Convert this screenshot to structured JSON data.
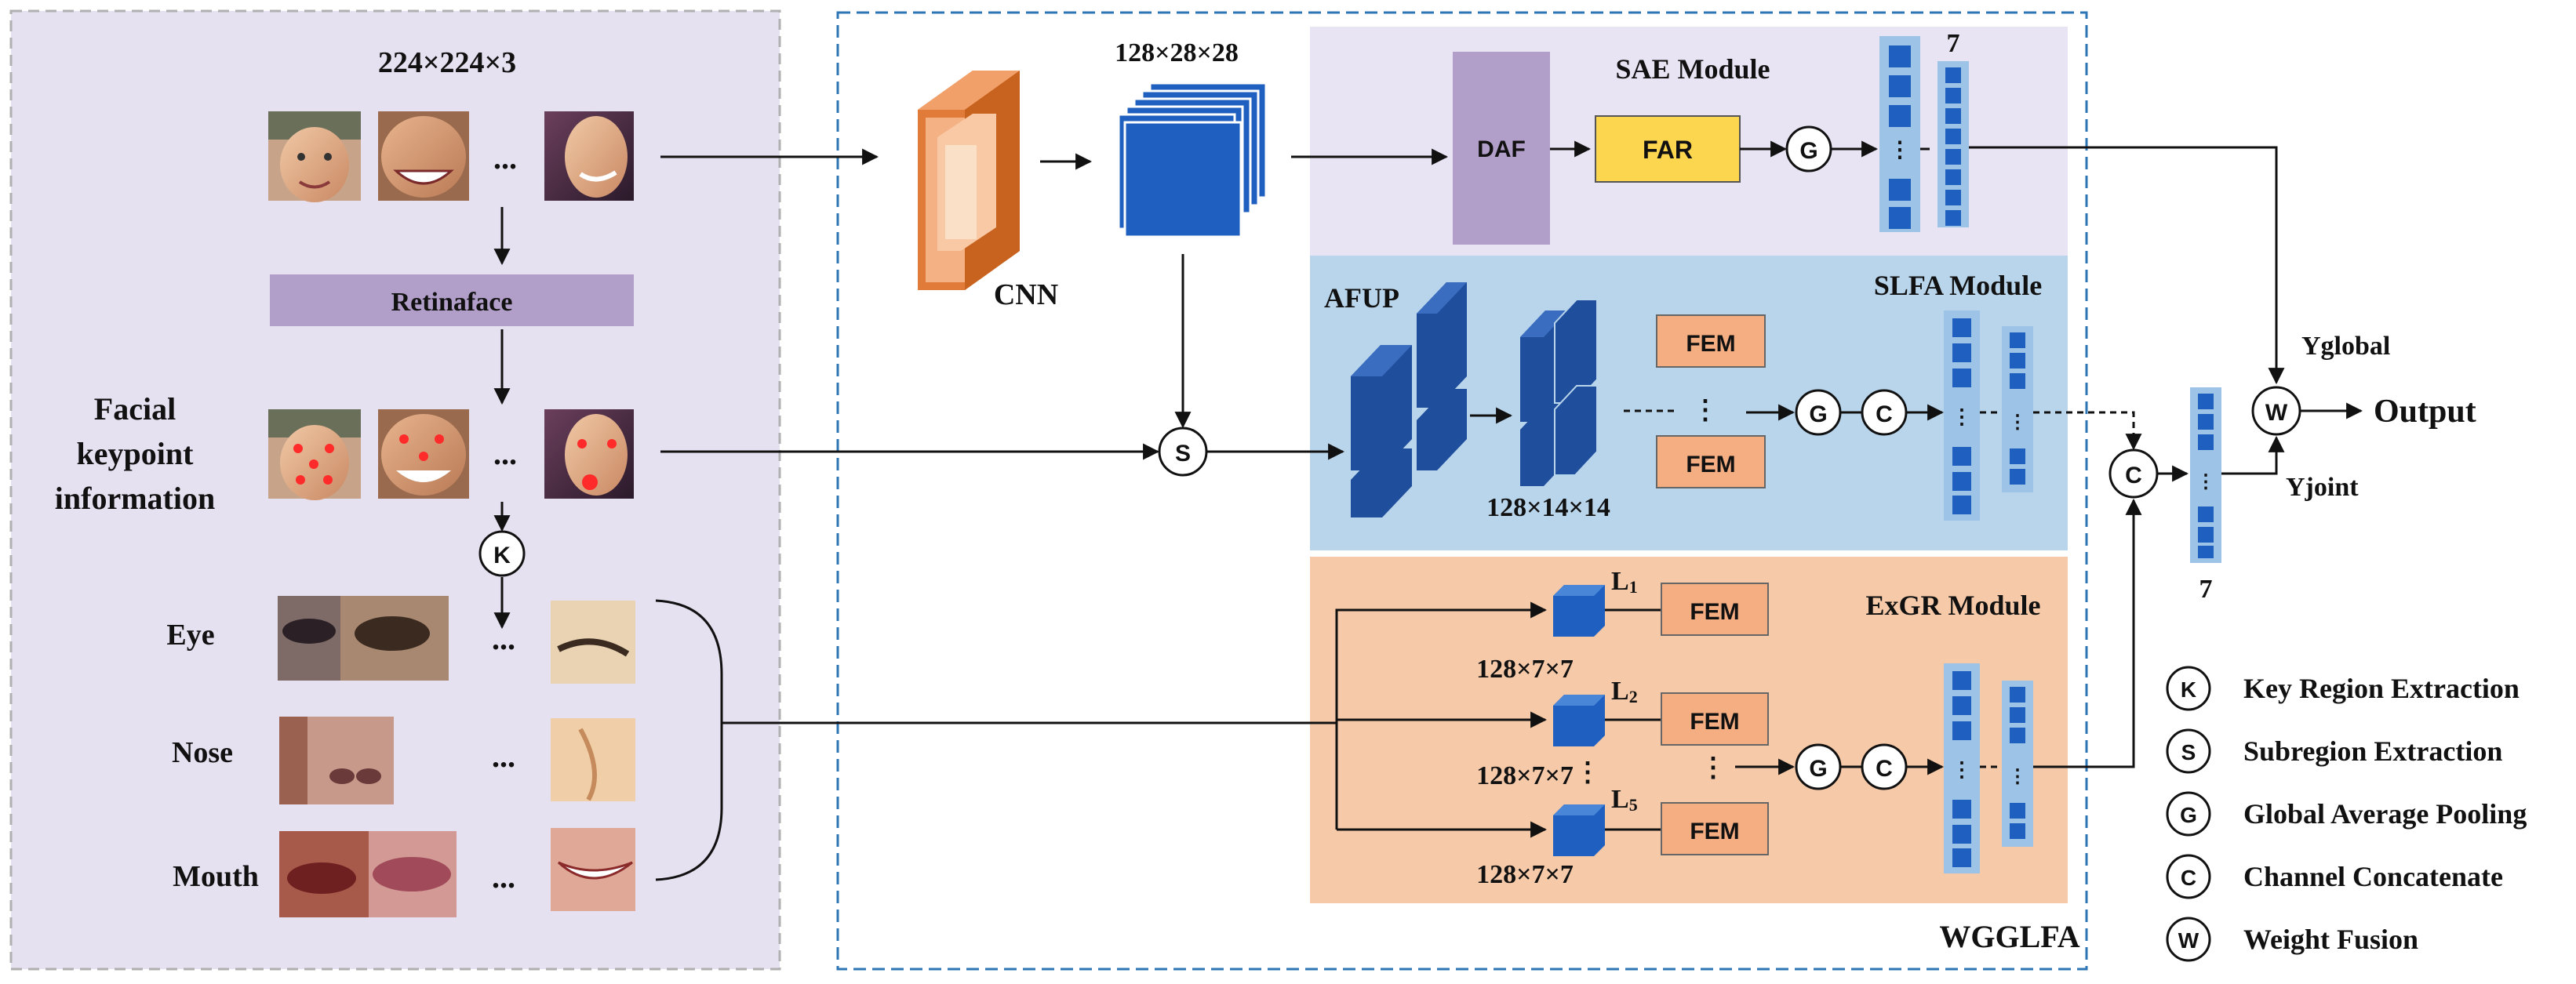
{
  "left_panel": {
    "input_dim": "224×224×3",
    "retinaface": "Retinaface",
    "facial_keypoint_line1": "Facial",
    "facial_keypoint_line2": "keypoint",
    "facial_keypoint_line3": "information",
    "ellipsis": "...",
    "regions": {
      "eye": "Eye",
      "nose": "Nose",
      "mouth": "Mouth"
    }
  },
  "main": {
    "cnn": "CNN",
    "feature_dim": "128×28×28",
    "wgglfa": "WGGLFA"
  },
  "sae": {
    "title": "SAE Module",
    "daf": "DAF",
    "far": "FAR",
    "count": "7"
  },
  "slfa": {
    "title": "SLFA Module",
    "afup": "AFUP",
    "fem": "FEM",
    "dim": "128×14×14"
  },
  "exgr": {
    "title": "ExGR Module",
    "fem": "FEM",
    "dim": "128×7×7",
    "l1": "L1",
    "l2": "L2",
    "l5": "L5"
  },
  "ops": {
    "k": "K",
    "s": "S",
    "g": "G",
    "c": "C",
    "w": "W"
  },
  "outputs": {
    "yglobal": "Yglobal",
    "yjoint": "Yjoint",
    "output": "Output",
    "count": "7"
  },
  "legend": [
    {
      "symbol": "K",
      "label": "Key Region Extraction"
    },
    {
      "symbol": "S",
      "label": "Subregion Extraction"
    },
    {
      "symbol": "G",
      "label": "Global Average Pooling"
    },
    {
      "symbol": "C",
      "label": "Channel Concatenate"
    },
    {
      "symbol": "W",
      "label": "Weight Fusion"
    }
  ],
  "colors": {
    "left_bg": "#e6e1f1",
    "sae_bg": "#e9e4f3",
    "slfa_bg": "#b9d5ec",
    "exgr_bg": "#f6c9a8",
    "daf": "#b29fc9",
    "far": "#fdd64f",
    "fem": "#f5ad82",
    "feature_blue": "#1f5fbf",
    "cnn_orange": "#e07b39",
    "dashed_blue": "#2e75b6"
  }
}
